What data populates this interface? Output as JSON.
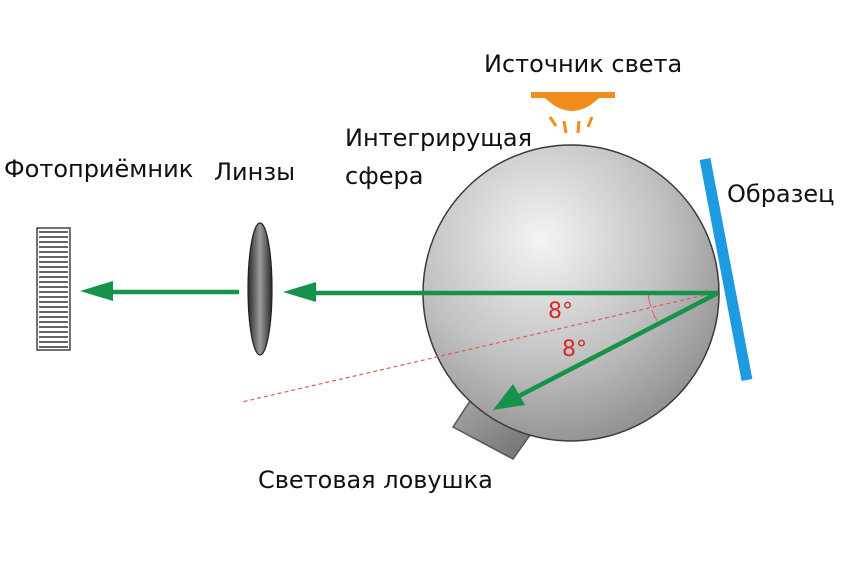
{
  "labels": {
    "light_source": "Источник света",
    "integrating_sphere_line1": "Интегрирущая",
    "integrating_sphere_line2": "сфера",
    "photodetector": "Фотоприёмник",
    "lenses": "Линзы",
    "sample": "Образец",
    "light_trap": "Световая ловушка"
  },
  "angles": {
    "upper": "8°",
    "lower": "8°"
  },
  "colors": {
    "beam": "#16924a",
    "sample": "#1e9be0",
    "light_source": "#f28c1a",
    "angle_text": "#d42a2a",
    "reference_line": "#e05a5a",
    "sphere": "#b9b9b9",
    "trap": "#8f8f8f"
  }
}
